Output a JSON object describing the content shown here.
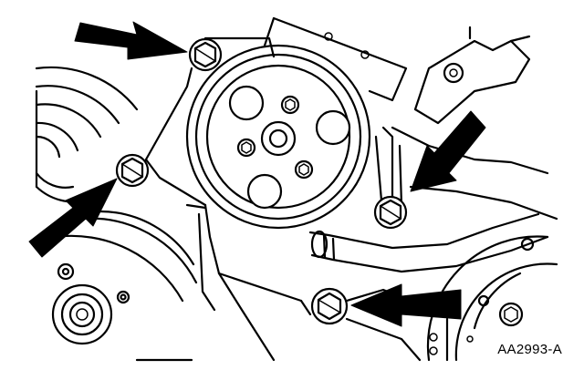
{
  "figure": {
    "code": "AA2993-A"
  },
  "colors": {
    "line": "#000000",
    "background": "#ffffff"
  },
  "callouts": [
    {
      "name": "arrow-upper-left",
      "points_to": "bolt-upper"
    },
    {
      "name": "arrow-left",
      "points_to": "bolt-left"
    },
    {
      "name": "arrow-right-upper",
      "points_to": "bolt-right"
    },
    {
      "name": "arrow-bottom-right",
      "points_to": "bolt-lower"
    }
  ]
}
